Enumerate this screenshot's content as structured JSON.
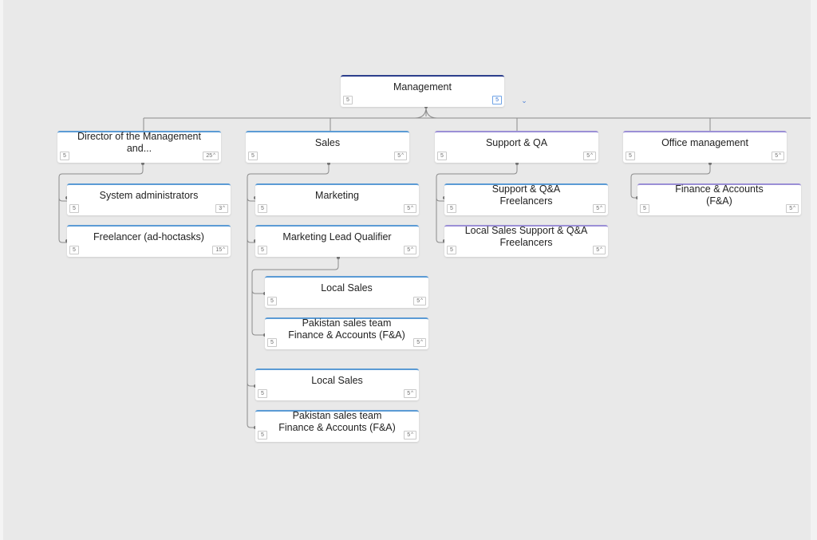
{
  "nodes": [
    {
      "id": "management",
      "label": "Management",
      "count": "5",
      "badge": "5",
      "chevron": false,
      "badge_blue": true,
      "color": "navy"
    },
    {
      "id": "director",
      "label": "Director of the Management\nand...",
      "count": "5",
      "badge": "25",
      "chevron": true,
      "color": "blue"
    },
    {
      "id": "sysadmin",
      "label": "System administrators",
      "count": "5",
      "badge": "3",
      "chevron": true,
      "color": "blue"
    },
    {
      "id": "freelancer",
      "label": "Freelancer (ad-hoctasks)",
      "count": "5",
      "badge": "15",
      "chevron": true,
      "color": "blue"
    },
    {
      "id": "sales",
      "label": "Sales",
      "count": "5",
      "badge": "5",
      "chevron": true,
      "color": "blue"
    },
    {
      "id": "marketing",
      "label": "Marketing",
      "count": "5",
      "badge": "5",
      "chevron": true,
      "color": "blue"
    },
    {
      "id": "mlq",
      "label": "Marketing Lead Qualifier",
      "count": "5",
      "badge": "5",
      "chevron": true,
      "color": "blue"
    },
    {
      "id": "local-sales-1",
      "label": "Local Sales",
      "count": "5",
      "badge": "5",
      "chevron": true,
      "color": "blue"
    },
    {
      "id": "pakistan-1",
      "label": "Pakistan sales team\nFinance & Accounts (F&A)",
      "count": "5",
      "badge": "5",
      "chevron": true,
      "color": "blue"
    },
    {
      "id": "local-sales-2",
      "label": "Local Sales",
      "count": "5",
      "badge": "5",
      "chevron": true,
      "color": "blue"
    },
    {
      "id": "pakistan-2",
      "label": "Pakistan sales team\nFinance & Accounts (F&A)",
      "count": "5",
      "badge": "5",
      "chevron": true,
      "color": "blue"
    },
    {
      "id": "support",
      "label": "Support & QA",
      "count": "5",
      "badge": "5",
      "chevron": true,
      "color": "purple"
    },
    {
      "id": "support-freelancers",
      "label": "Support & Q&A\nFreelancers",
      "count": "5",
      "badge": "5",
      "chevron": true,
      "color": "blue"
    },
    {
      "id": "local-support",
      "label": "Local Sales Support & Q&A\nFreelancers",
      "count": "5",
      "badge": "5",
      "chevron": true,
      "color": "purple"
    },
    {
      "id": "office",
      "label": "Office management",
      "count": "5",
      "badge": "5",
      "chevron": true,
      "color": "purple"
    },
    {
      "id": "fa",
      "label": "Finance & Accounts\n(F&A)",
      "count": "5",
      "badge": "5",
      "chevron": true,
      "color": "purple"
    }
  ],
  "expand_toggle_icon": "chevron-down-icon",
  "chevron_glyph": "^",
  "link_color": "#8c8c8c"
}
